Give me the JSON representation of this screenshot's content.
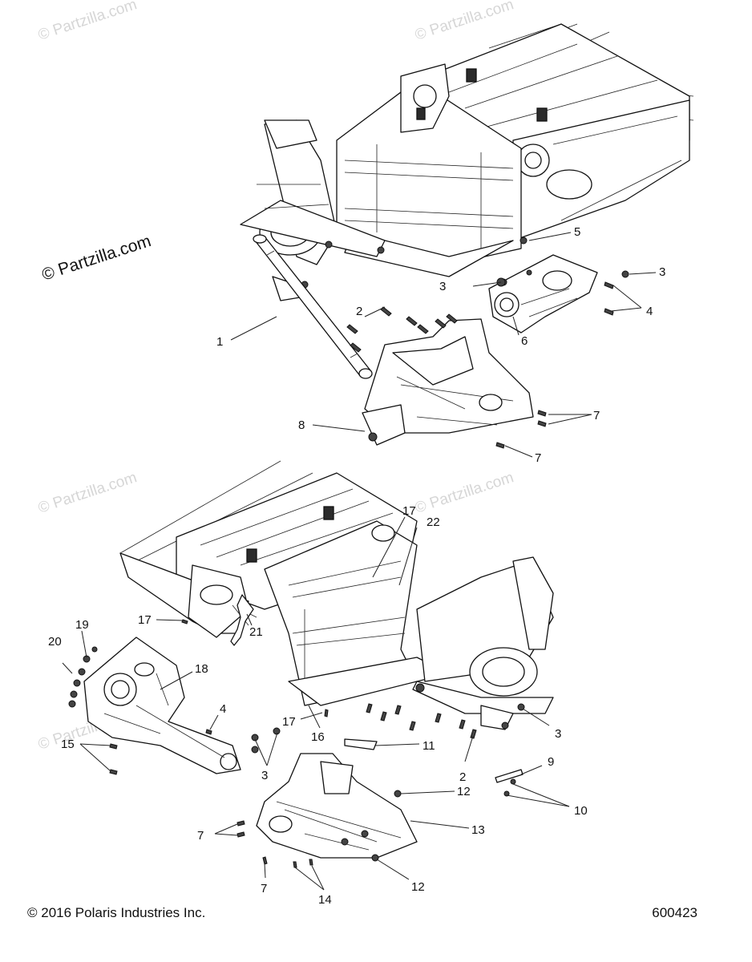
{
  "watermark": {
    "main": "© Partzilla.com",
    "faint": "© Partzilla.com"
  },
  "callouts": {
    "c1": "1",
    "c2a": "2",
    "c3a": "3",
    "c3b": "3",
    "c4a": "4",
    "c5": "5",
    "c6": "6",
    "c7a": "7",
    "c7b": "7",
    "c8": "8",
    "c17a": "17",
    "c22": "22",
    "c17b": "17",
    "c21": "21",
    "c19": "19",
    "c20": "20",
    "c18": "18",
    "c4b": "4",
    "c15": "15",
    "c3c": "3",
    "c17c": "17",
    "c16": "16",
    "c11": "11",
    "c2b": "2",
    "c3d": "3",
    "c9": "9",
    "c10": "10",
    "c12a": "12",
    "c13": "13",
    "c7c": "7",
    "c7d": "7",
    "c14": "14",
    "c12b": "12"
  },
  "footer": {
    "copyright": "© 2016 Polaris Industries Inc.",
    "diagram_id": "600423"
  },
  "colors": {
    "line": "#111111",
    "watermark": "#d6d6d6",
    "background": "#ffffff"
  }
}
